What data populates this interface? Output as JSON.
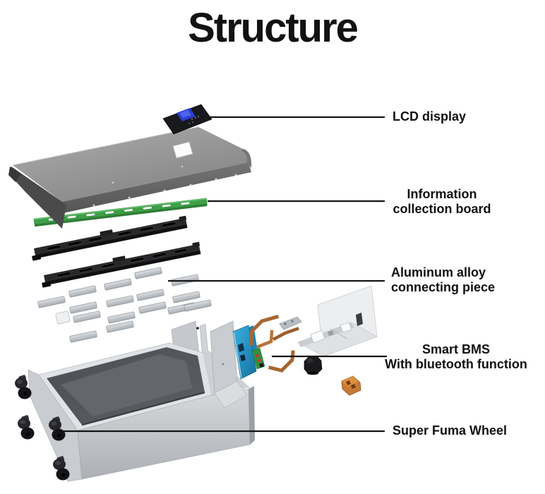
{
  "title": "Structure",
  "callouts": [
    {
      "id": "lcd-display",
      "lines": [
        "LCD display"
      ]
    },
    {
      "id": "information-collection-board",
      "lines": [
        "Information",
        "collection board"
      ]
    },
    {
      "id": "aluminum-alloy-connecting-piece",
      "lines": [
        "Aluminum alloy",
        "connecting piece"
      ]
    },
    {
      "id": "smart-bms",
      "lines": [
        "Smart BMS",
        "With bluetooth function"
      ]
    },
    {
      "id": "super-fuma-wheel",
      "lines": [
        "Super Fuma Wheel"
      ]
    }
  ],
  "colors": {
    "background": "#ffffff",
    "text": "#111111",
    "leader_line": "#141414",
    "collection_board_green": "#3da047",
    "bms_pcb_blue": "#2196c8",
    "copper_busbar": "#b4713a",
    "terminal_orange": "#c97a35",
    "cover_gray": "#8f8f8f"
  }
}
